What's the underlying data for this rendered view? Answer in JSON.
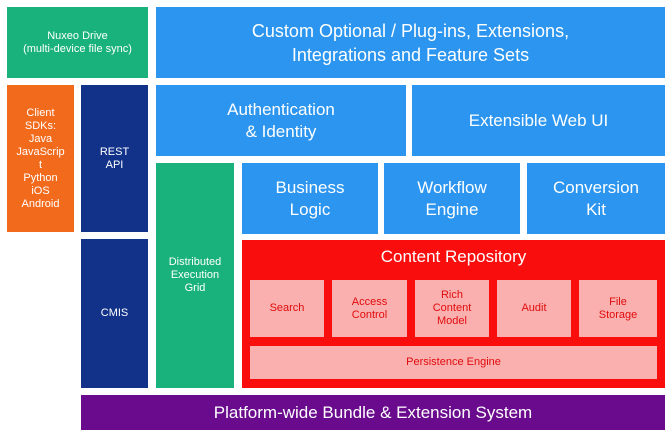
{
  "diagram": {
    "nuxeo_drive": "Nuxeo Drive\n(multi-device file sync)",
    "custom_optional": "Custom Optional / Plug-ins, Extensions,\nIntegrations and Feature Sets",
    "client_sdks": "Client\nSDKs:\nJava\nJavaScrip\nt\nPython\niOS\nAndroid",
    "rest_api": "REST\nAPI",
    "cmis": "CMIS",
    "authentication": "Authentication\n& Identity",
    "extensible_web_ui": "Extensible Web UI",
    "distributed_grid": "Distributed\nExecution\nGrid",
    "business_logic": "Business\nLogic",
    "workflow_engine": "Workflow\nEngine",
    "conversion_kit": "Conversion\nKit",
    "content_repository": "Content Repository",
    "search": "Search",
    "access_control": "Access\nControl",
    "rich_content_model": "Rich\nContent\nModel",
    "audit": "Audit",
    "file_storage": "File\nStorage",
    "persistence_engine": "Persistence Engine",
    "platform_bundle": "Platform-wide Bundle & Extension System"
  },
  "colors": {
    "green": "#19b27d",
    "orange": "#f26b1d",
    "navy": "#12328a",
    "blue": "#2b95ef",
    "purple": "#6a0b8e",
    "red": "#f90d0d",
    "pink": "#fbb0b0"
  }
}
